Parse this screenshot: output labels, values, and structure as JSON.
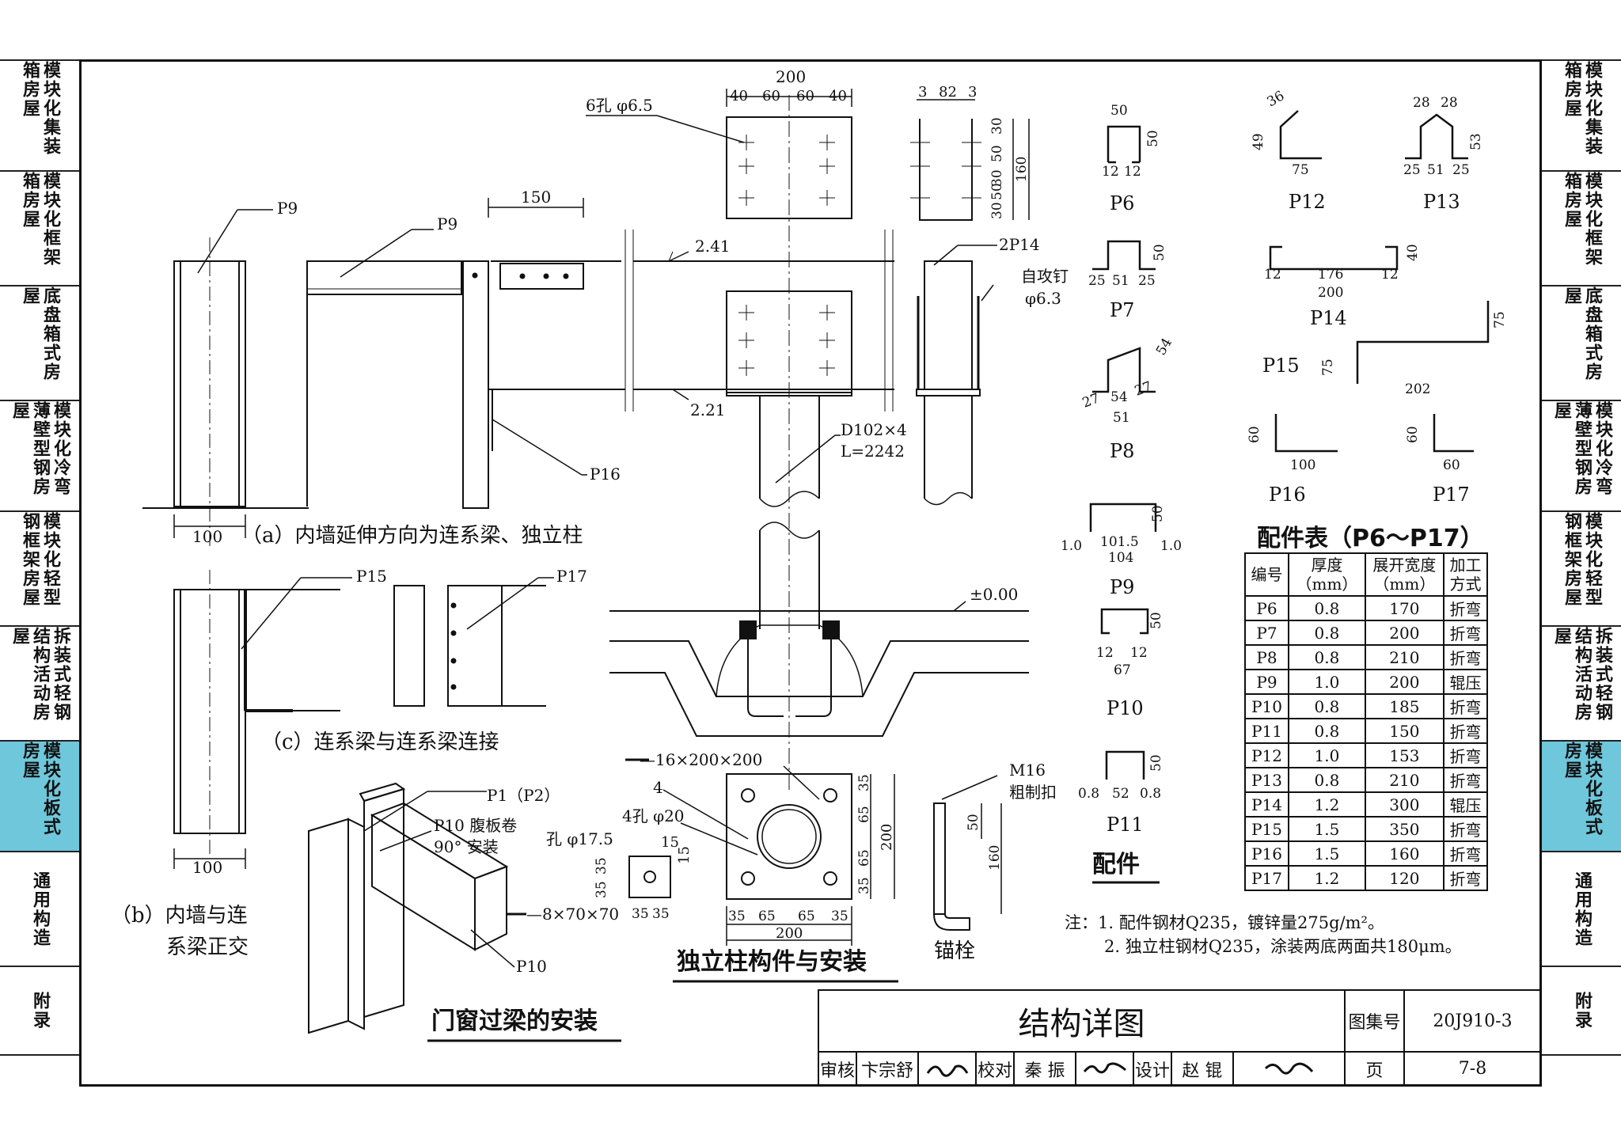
{
  "sidebar_left": [
    {
      "label": "模块化集装箱房屋"
    },
    {
      "label": "模块化框架箱房屋"
    },
    {
      "label": "底盘箱式房屋"
    },
    {
      "label": "模块化冷弯薄壁型钢房屋"
    },
    {
      "label": "模块化轻型钢框架房屋"
    },
    {
      "label": "拆装式轻钢结构活动房屋"
    },
    {
      "label": "模块化板式房屋",
      "active": true
    },
    {
      "label": "通用构造"
    },
    {
      "label": "附录"
    }
  ],
  "sidebar_right": [
    {
      "label": "模块化集装箱房屋"
    },
    {
      "label": "模块化框架箱房屋"
    },
    {
      "label": "底盘箱式房屋"
    },
    {
      "label": "模块化冷弯薄壁型钢房屋"
    },
    {
      "label": "模块化轻型钢框架房屋"
    },
    {
      "label": "拆装式轻钢结构活动房屋"
    },
    {
      "label": "模块化板式房屋",
      "active": true
    },
    {
      "label": "通用构造"
    },
    {
      "label": "附录"
    }
  ],
  "drawing": {
    "captions": {
      "a": "（a）内墙延伸方向为连系梁、独立柱",
      "b1": "（b）内墙与连",
      "b2": "系梁正交",
      "c": "（c）连系梁与连系梁连接",
      "door": "门窗过梁的安装",
      "column": "独立柱构件与安装",
      "parts": "配件",
      "anchor": "锚栓"
    },
    "labels": {
      "p9a": "P9",
      "p9b": "P9",
      "dim150": "150",
      "dim100a": "100",
      "dim100b": "100",
      "p16": "P16",
      "p15": "P15",
      "p17": "P17",
      "elev241": "2.41",
      "elev221": "2.21",
      "elev000": "±0.00",
      "holes6": "6孔 φ6.5",
      "dim200": "200",
      "dimrow": [
        "40",
        "60",
        "60",
        "40"
      ],
      "c_top": [
        "3",
        "82",
        "3"
      ],
      "c_side": [
        "30",
        "50",
        "30",
        "160",
        "30",
        "50"
      ],
      "twoP14": "2P14",
      "screw1": "自攻钉",
      "screw2": "φ6.3",
      "pipe1": "D102×4",
      "pipe2": "L=2242",
      "plate16": "—16×200×200",
      "four": "4",
      "holes4": "4孔 φ20",
      "hole17": "孔 φ17.5",
      "dim15a": "15",
      "dim15b": "15",
      "plate8": "—8×70×70",
      "d35": [
        "35",
        "35",
        "35",
        "35"
      ],
      "dims_base": [
        "35",
        "65",
        "65",
        "35"
      ],
      "dims_right": [
        "35",
        "65",
        "65",
        "35"
      ],
      "base200a": "200",
      "base200b": "200",
      "m16a": "M16",
      "m16b": "粗制扣",
      "d50": "50",
      "d160": "160",
      "p1p2": "P1（P2）",
      "p10web1": "P10 腹板卷",
      "p10web2": "90° 安装",
      "p10": "P10"
    },
    "parts": {
      "P6": {
        "name": "P6",
        "dims": [
          "50",
          "50",
          "12",
          "12"
        ]
      },
      "P7": {
        "name": "P7",
        "dims": [
          "50",
          "25",
          "51",
          "25"
        ]
      },
      "P8": {
        "name": "P8",
        "dims": [
          "54",
          "27",
          "54",
          "27",
          "51"
        ]
      },
      "P9": {
        "name": "P9",
        "dims": [
          "50",
          "1.0",
          "101.5",
          "1.0",
          "104"
        ]
      },
      "P10": {
        "name": "P10",
        "dims": [
          "50",
          "12",
          "12",
          "67"
        ]
      },
      "P11": {
        "name": "P11",
        "dims": [
          "50",
          "0.8",
          "52",
          "0.8"
        ]
      },
      "P12": {
        "name": "P12",
        "dims": [
          "36",
          "49",
          "75"
        ]
      },
      "P13": {
        "name": "P13",
        "dims": [
          "28",
          "28",
          "53",
          "25",
          "51",
          "25"
        ]
      },
      "P14": {
        "name": "P14",
        "dims": [
          "40",
          "12",
          "176",
          "12",
          "200"
        ]
      },
      "P15": {
        "name": "P15",
        "dims": [
          "75",
          "75",
          "202"
        ]
      },
      "P16": {
        "name": "P16",
        "dims": [
          "60",
          "100"
        ]
      },
      "P17": {
        "name": "P17",
        "dims": [
          "60",
          "60"
        ]
      }
    }
  },
  "parts_table": {
    "title": "配件表（P6～P17）",
    "headers": [
      "编号",
      "厚度（mm）",
      "展开宽度（mm）",
      "加工方式"
    ],
    "header_lines": [
      [
        "编号"
      ],
      [
        "厚度",
        "（mm）"
      ],
      [
        "展开宽度",
        "（mm）"
      ],
      [
        "加工",
        "方式"
      ]
    ],
    "rows": [
      [
        "P6",
        "0.8",
        "170",
        "折弯"
      ],
      [
        "P7",
        "0.8",
        "200",
        "折弯"
      ],
      [
        "P8",
        "0.8",
        "210",
        "折弯"
      ],
      [
        "P9",
        "1.0",
        "200",
        "辊压"
      ],
      [
        "P10",
        "0.8",
        "185",
        "折弯"
      ],
      [
        "P11",
        "0.8",
        "150",
        "折弯"
      ],
      [
        "P12",
        "1.0",
        "153",
        "折弯"
      ],
      [
        "P13",
        "0.8",
        "210",
        "折弯"
      ],
      [
        "P14",
        "1.2",
        "300",
        "辊压"
      ],
      [
        "P15",
        "1.5",
        "350",
        "折弯"
      ],
      [
        "P16",
        "1.5",
        "160",
        "折弯"
      ],
      [
        "P17",
        "1.2",
        "120",
        "折弯"
      ]
    ]
  },
  "notes": {
    "n1": "注：1. 配件钢材Q235，镀锌量275g/m²。",
    "n2": "2. 独立柱钢材Q235，涂装两底两面共180μm。"
  },
  "title_block": {
    "title": "结构详图",
    "atlas_label": "图集号",
    "atlas_no": "20J910-3",
    "page_label": "页",
    "page_no": "7-8",
    "review_label": "审核",
    "review_name": "卞宗舒",
    "check_label": "校对",
    "check_name": "秦 振",
    "design_label": "设计",
    "design_name": "赵 锟"
  }
}
